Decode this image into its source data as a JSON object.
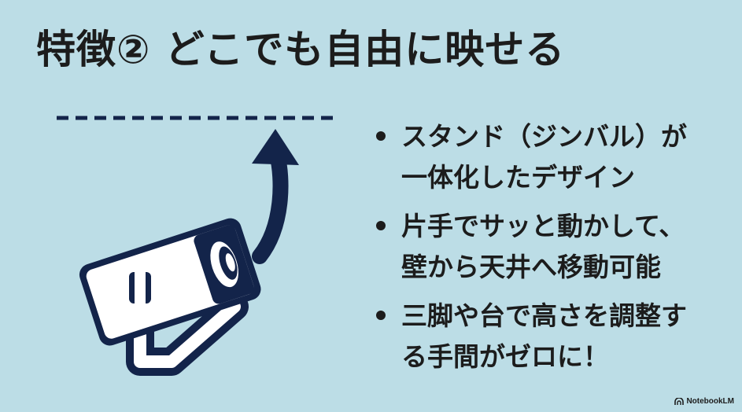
{
  "title": "特徴② どこでも自由に映せる",
  "bullets": [
    {
      "lines": [
        "スタンド（ジンバル）が",
        "一体化したデザイン"
      ]
    },
    {
      "lines": [
        "片手でサッと動かして、",
        "壁から天井へ移動可能"
      ]
    },
    {
      "lines": [
        "三脚や台で高さを調整す",
        "る手間がゼロに！"
      ]
    }
  ],
  "illustration": {
    "icon": "projector-icon",
    "arrow": "curved-up-arrow-icon",
    "ceiling": "dashed-ceiling-line"
  },
  "badge": {
    "label": "NotebookLM",
    "icon": "notebooklm-logo-icon"
  },
  "colors": {
    "background": "#bcdde6",
    "navy": "#13244a",
    "text": "#1c1c1c",
    "white": "#ffffff"
  }
}
